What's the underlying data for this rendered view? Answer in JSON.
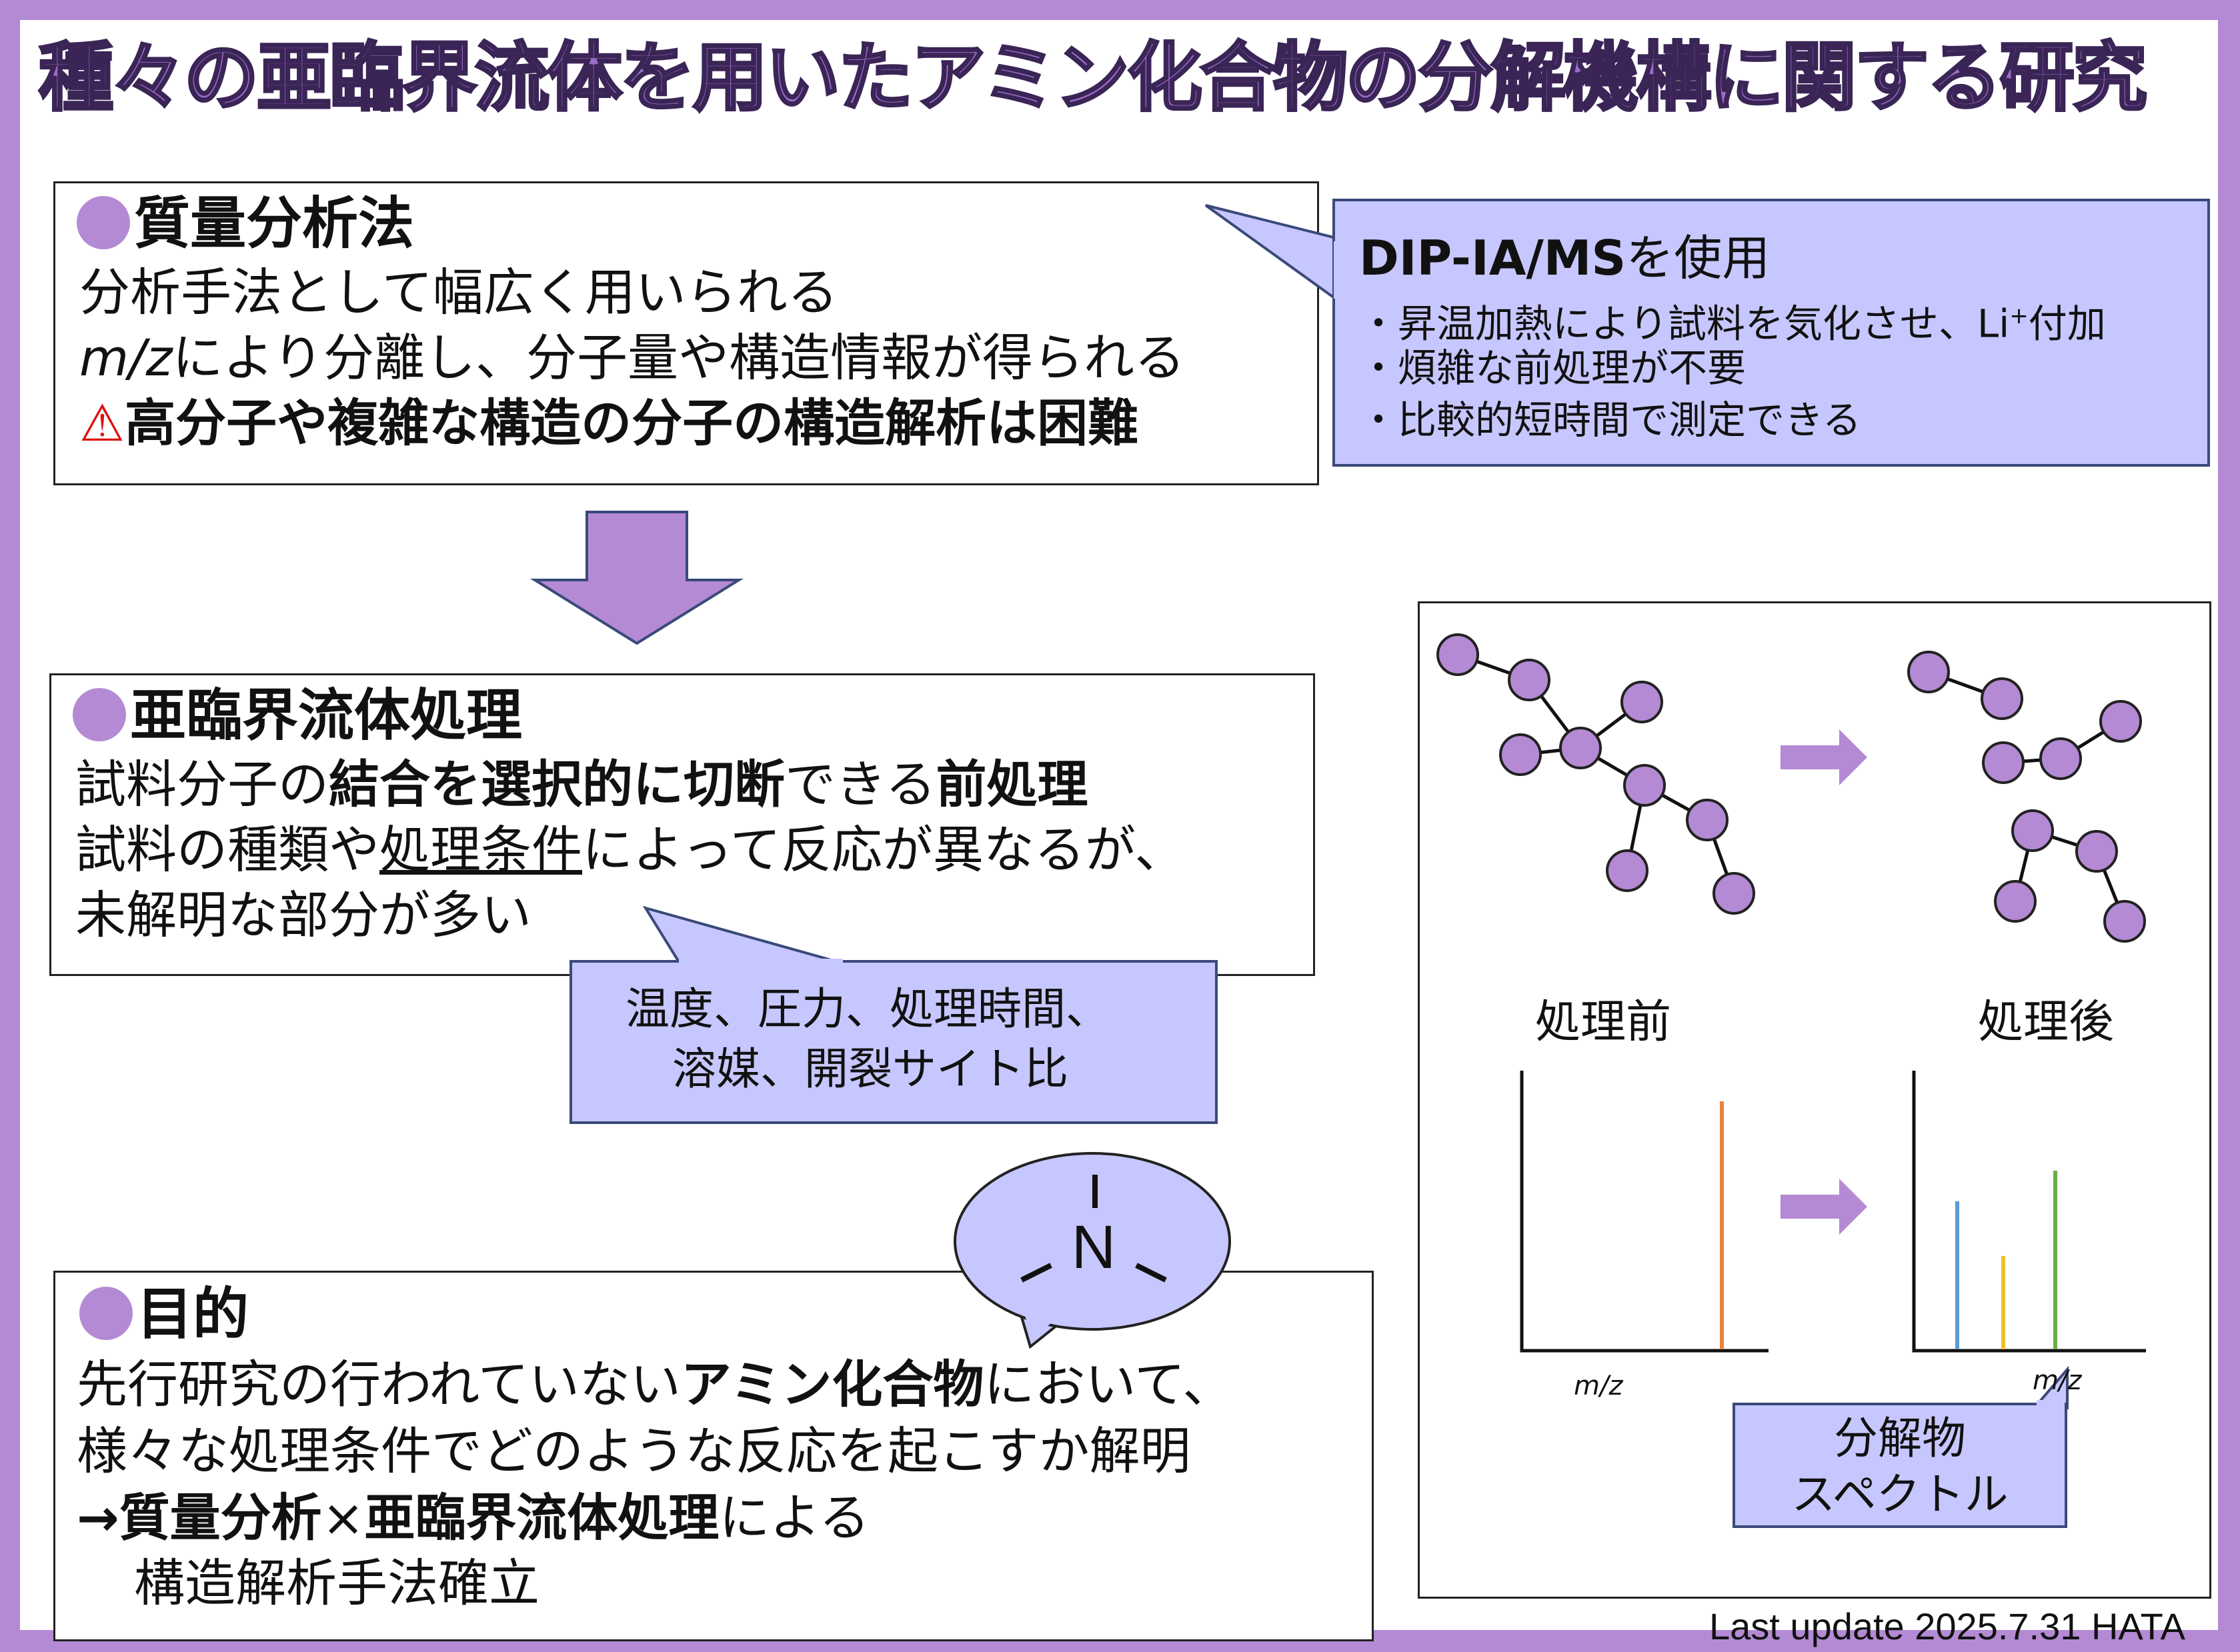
{
  "title": "種々の亜臨界流体を用いたアミン化合物の分解機構に関する研究",
  "ms_section": {
    "heading": "質量分析法",
    "line1": "分析手法として幅広く用いられる",
    "line2_italic": "m/z",
    "line2_rest": "により分離し、分子量や構造情報が得られる",
    "warning_icon": "⚠",
    "line3_bold": "高分子や複雑な構造の分子の構造解析は困難"
  },
  "dip_callout": {
    "head_bold": "DIP-IA/MS",
    "head_rest": "を使用",
    "item1_pre": "・昇温加熱により試料を気化させ、",
    "item1_li": "Li",
    "item1_sup": "+",
    "item1_post": "付加",
    "item2": "・煩雑な前処理が不要",
    "item3": "・比較的短時間で測定できる"
  },
  "subcritical_section": {
    "heading": "亜臨界流体処理",
    "l1_a": "試料分子の",
    "l1_b": "結合を選択的に切断",
    "l1_c": "できる",
    "l1_d": "前処理",
    "l2_a": "試料の種類や",
    "l2_b": "処理条件",
    "l2_c": "によって反応が異なるが、",
    "l3": "未解明な部分が多い"
  },
  "conditions_callout": {
    "line1": "温度、圧力、処理時間、",
    "line2": "溶媒、開裂サイト比"
  },
  "amine_callout": {
    "atom": "N"
  },
  "purpose_section": {
    "heading": "目的",
    "l1_a": "先行研究の行われていない",
    "l1_b": "アミン化合物",
    "l1_c": "において、",
    "l2": "様々な処理条件でどのような反応を起こすか解明",
    "l3_arrow": "→",
    "l3_a": "質量分析",
    "l3_b": "×",
    "l3_c": "亜臨界流体処理",
    "l3_d": "による",
    "l4": "構造解析手法確立"
  },
  "diagram": {
    "before_label": "処理前",
    "after_label": "処理後",
    "axis_x_label_1": "m/z",
    "axis_x_label_2": "m/z",
    "decomp_callout_line1": "分解物",
    "decomp_callout_line2": "スペクトル",
    "colors": {
      "node": "#b48ad4",
      "arrow": "#b48ad4",
      "peak_before": "#e8823a",
      "peak_after_1": "#5b9bd5",
      "peak_after_2": "#f0c02a",
      "peak_after_3": "#6aae45"
    }
  },
  "footer": "Last update 2025.7.31 HATA"
}
